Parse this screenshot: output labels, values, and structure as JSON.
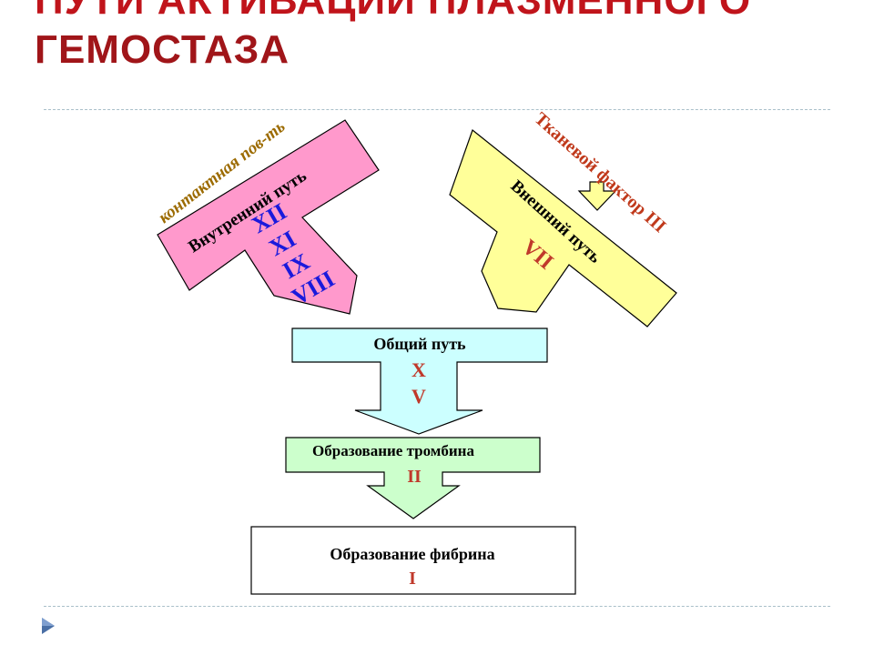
{
  "title": {
    "line1": "ПУТИ АКТИВАЦИИ ПЛАЗМЕННОГО",
    "line2": "ГЕМОСТАЗА"
  },
  "intrinsic": {
    "trigger": "контактная пов-ть",
    "name": "Внутренний путь",
    "factors": [
      "XII",
      "XI",
      "IX",
      "VIII"
    ]
  },
  "extrinsic": {
    "trigger": "Тканевой фактор III",
    "name": "Внешний путь",
    "factor": "VII"
  },
  "common": {
    "name": "Общий путь",
    "factors": [
      "X",
      "V"
    ]
  },
  "thrombin": {
    "name": "Образование тромбина",
    "factor": "II"
  },
  "fibrin": {
    "name": "Образование фибрина",
    "factor": "I"
  },
  "colors": {
    "title": "#c0141b",
    "intrinsic_fill": "#ff99cc",
    "extrinsic_fill": "#ffff99",
    "common_fill": "#ccffff",
    "thrombin_fill": "#ccffcc",
    "fibrin_fill": "#ffffff",
    "roman_blue": "#1a1adc",
    "roman_red": "#c0392b",
    "trigger_brown": "#9c6b00",
    "trigger_red": "#c0391b"
  }
}
